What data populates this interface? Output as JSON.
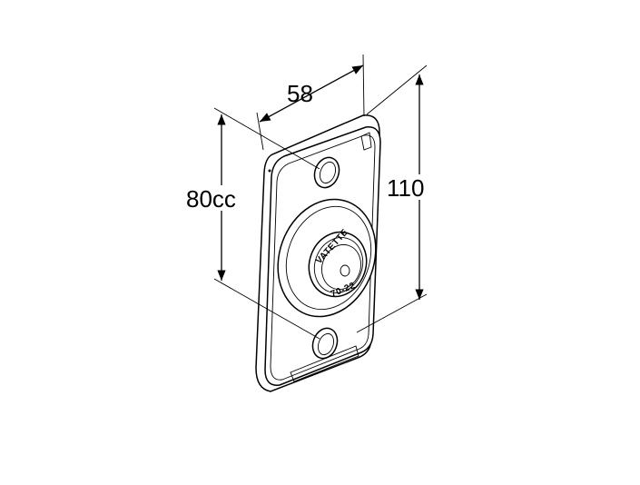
{
  "dimensions": {
    "width_label": "58",
    "hole_spacing_label": "80cc",
    "height_label": "110"
  },
  "product_marking": {
    "brand": "VATETTE",
    "code": "70-22"
  }
}
